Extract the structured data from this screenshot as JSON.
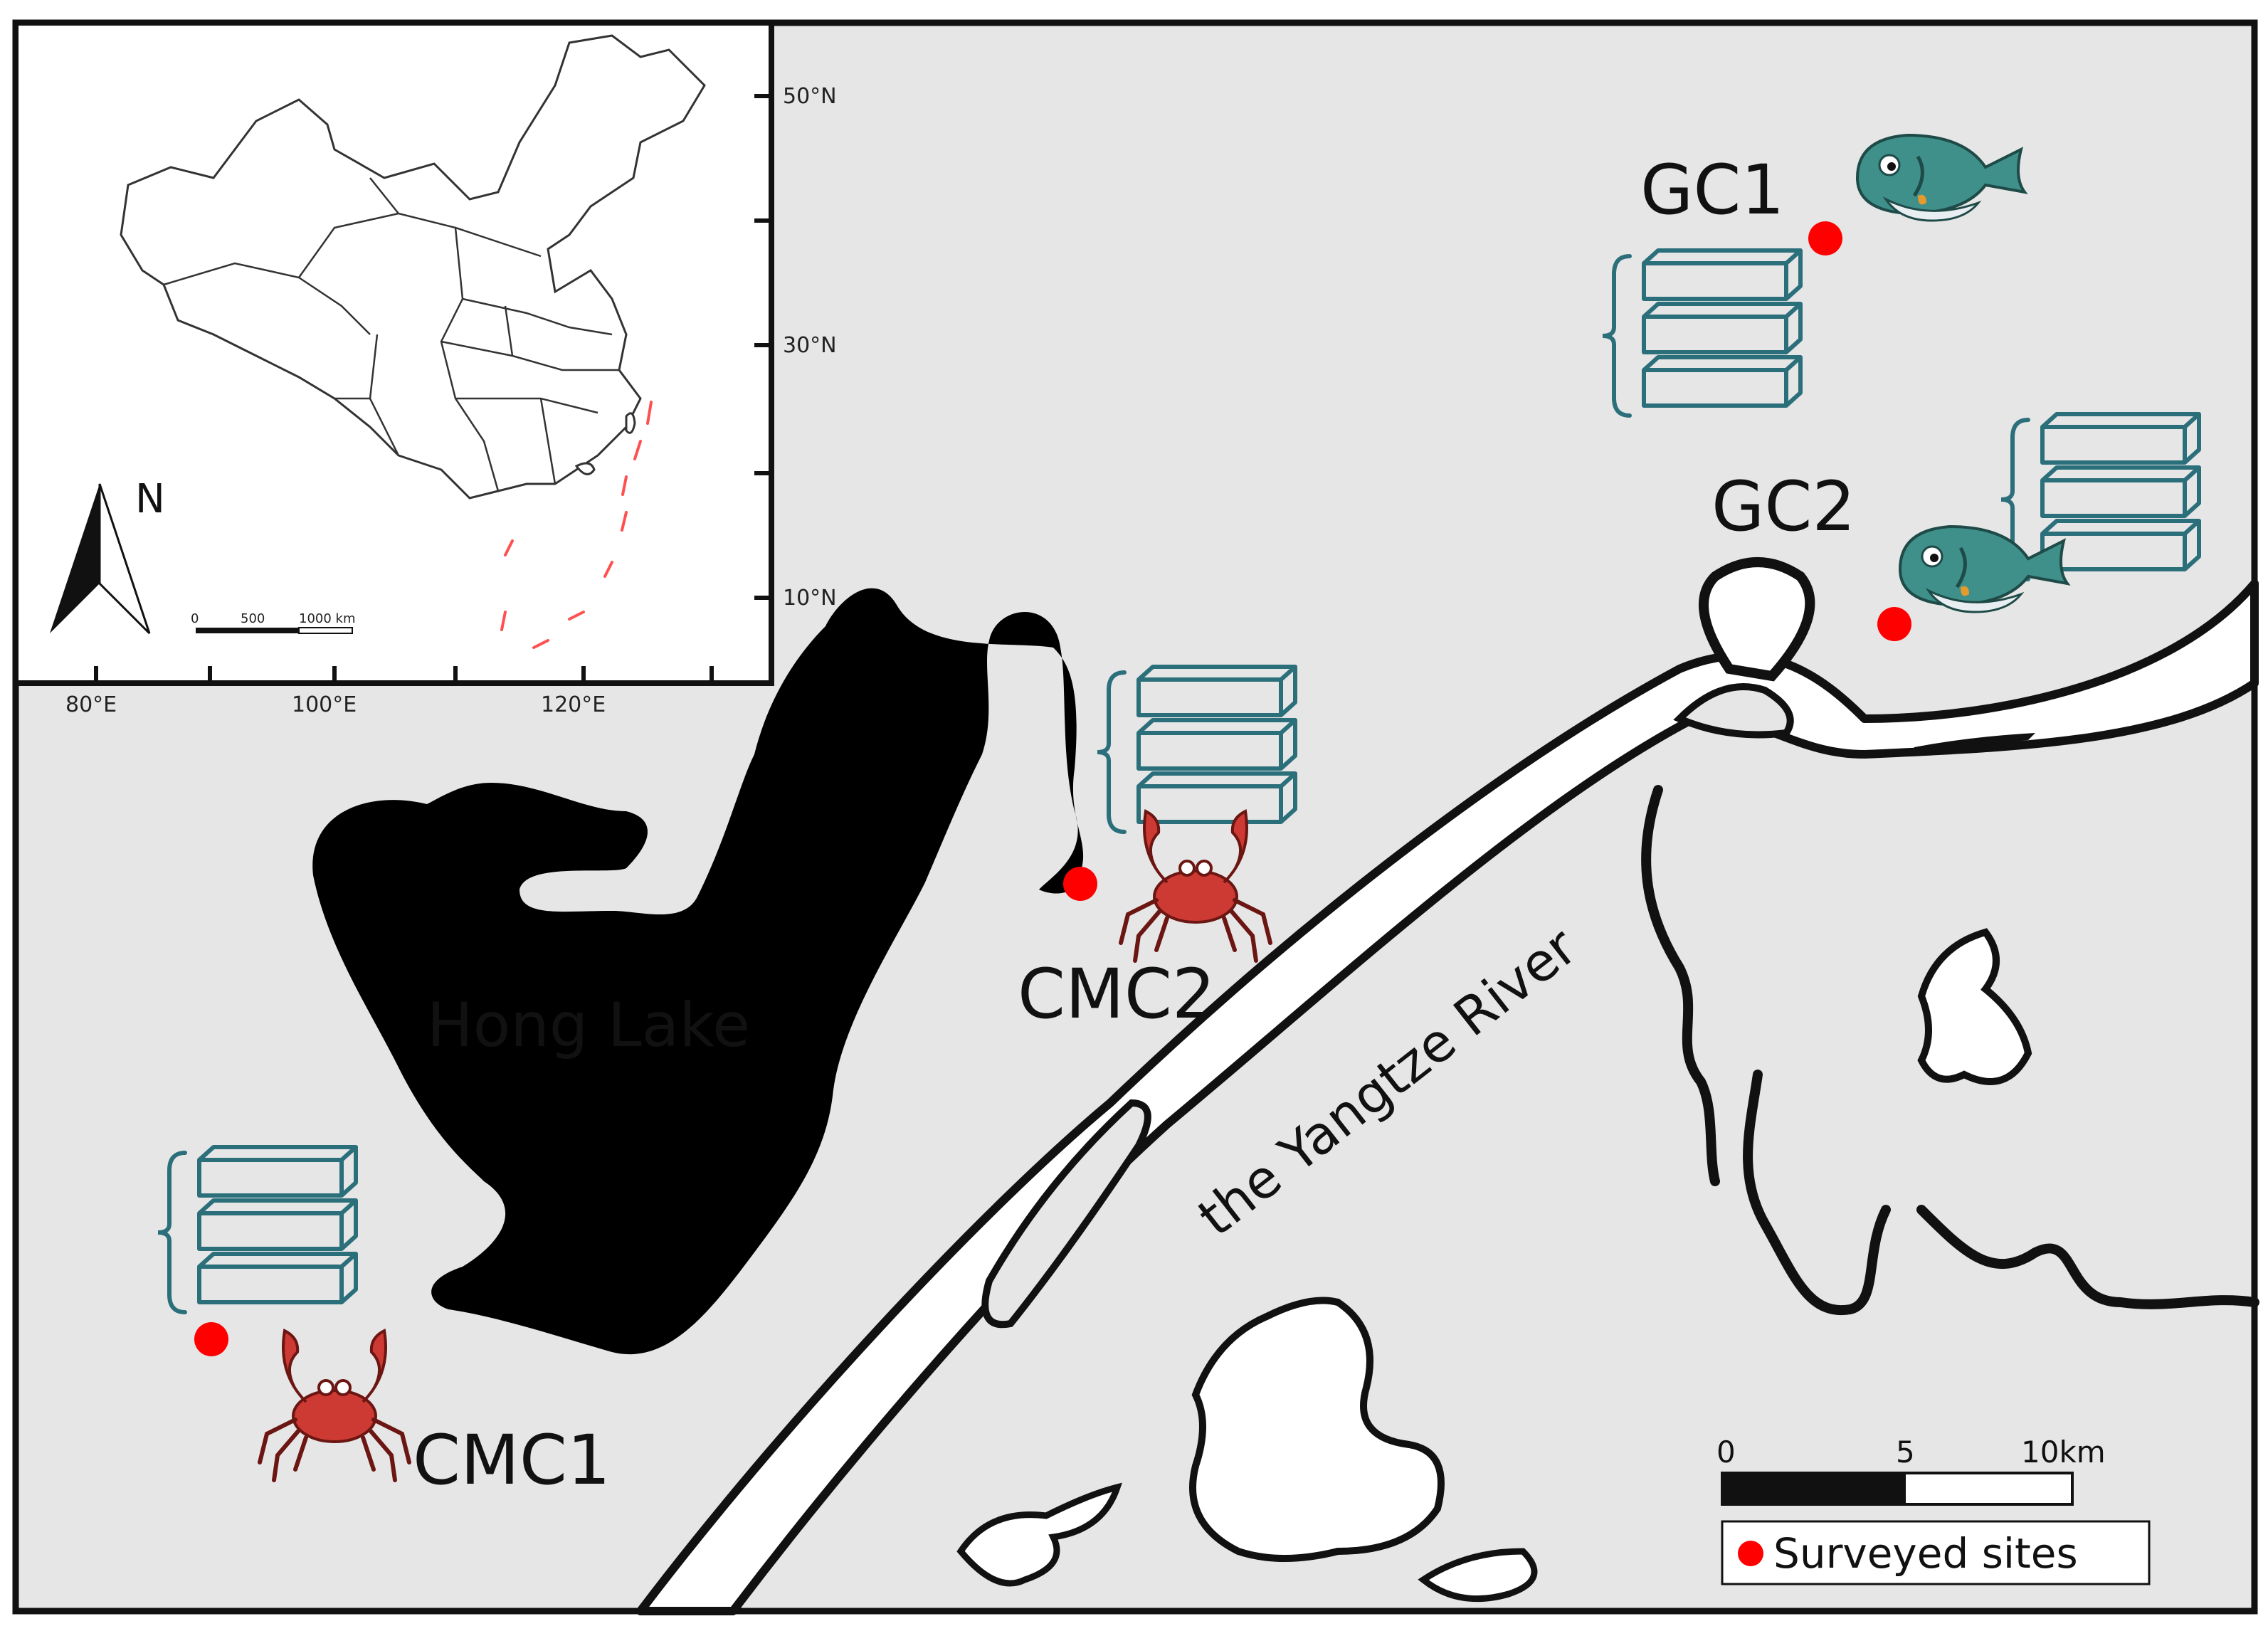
{
  "map": {
    "lake_label": "Hong Lake",
    "river_label": "the Yangtze River",
    "sites": [
      {
        "id": "GC1",
        "label": "GC1",
        "animal": "fish-icon"
      },
      {
        "id": "GC2",
        "label": "GC2",
        "animal": "fish-icon"
      },
      {
        "id": "CMC2",
        "label": "CMC2",
        "animal": "crab-icon"
      },
      {
        "id": "CMC1",
        "label": "CMC1",
        "animal": "crab-icon"
      }
    ],
    "colors": {
      "background": "#e6e6e6",
      "water": "#ffffff",
      "site_marker": "#ff0000",
      "cage": "#2b6f7b",
      "crab": "#cc3a33",
      "fish": "#3f8f8a"
    }
  },
  "inset": {
    "lat_labels": [
      "50°N",
      "30°N",
      "10°N"
    ],
    "lon_labels": [
      "80°E",
      "100°E",
      "120°E"
    ],
    "north_label": "N",
    "scale_labels": [
      "0",
      "500",
      "1000 km"
    ]
  },
  "scale_bar": {
    "labels": [
      "0",
      "5",
      "10km"
    ]
  },
  "legend": {
    "label": "Surveyed sites"
  }
}
